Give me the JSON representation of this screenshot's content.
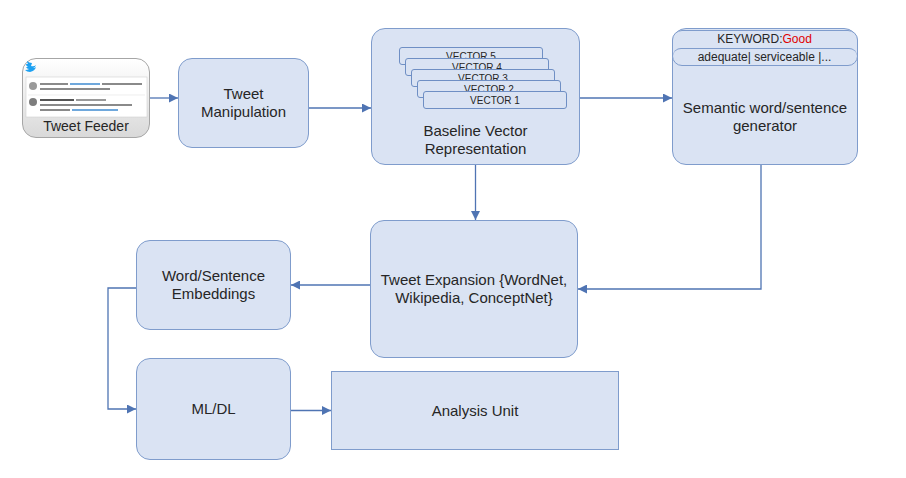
{
  "diagram": {
    "nodes": [
      {
        "text": [
          "Tweet Feeder"
        ]
      },
      {
        "text": [
          "Tweet Manipulation"
        ]
      },
      {
        "text": [
          "Baseline Vector Representation"
        ]
      },
      {
        "text": [
          "VECTOR 5"
        ],
        "in": 2
      },
      {
        "text": [
          "VECTOR 4"
        ],
        "in": 2
      },
      {
        "text": [
          "VECTOR 3"
        ],
        "in": 2
      },
      {
        "text": [
          "VECTOR 2"
        ],
        "in": 2
      },
      {
        "text": [
          "VECTOR 1"
        ],
        "in": 2
      },
      {
        "text": [
          "Semantic word/sentence generator"
        ]
      },
      {
        "text": [
          "KEYWORD:",
          "Good",
          "adequate| serviceable |..."
        ],
        "in": 8
      },
      {
        "text": [
          "Tweet Expansion {WordNet, Wikipedia, ConceptNet}"
        ]
      },
      {
        "text": [
          "Word/Sentence Embeddings"
        ]
      },
      {
        "text": [
          "ML/DL"
        ]
      },
      {
        "text": [
          "Analysis Unit"
        ]
      }
    ],
    "edges": [
      {
        "from": 0,
        "to": 1,
        "arrow": "to"
      },
      {
        "from": 1,
        "to": 2,
        "arrow": "to"
      },
      {
        "from": 2,
        "to": 8,
        "arrow": "to"
      },
      {
        "from": 2,
        "to": 10,
        "arrow": "to"
      },
      {
        "from": 8,
        "to": 10,
        "arrow": "to"
      },
      {
        "from": 10,
        "to": 11,
        "arrow": "to"
      },
      {
        "from": 11,
        "to": 12,
        "arrow": "to"
      },
      {
        "from": 12,
        "to": 13,
        "arrow": "to"
      }
    ]
  }
}
